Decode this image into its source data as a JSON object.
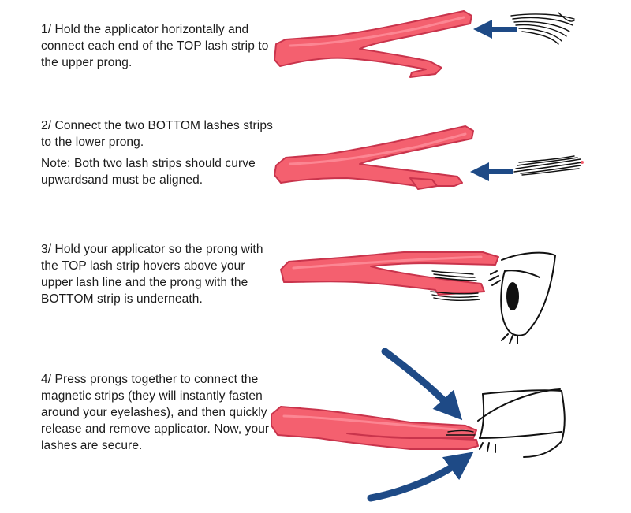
{
  "steps": [
    {
      "id": 1,
      "lines": [
        "1/ Hold the applicator horizontally and connect each end of the TOP lash strip to the upper prong."
      ]
    },
    {
      "id": 2,
      "lines": [
        "2/ Connect the two BOTTOM lashes strips to the lower prong.",
        "Note: Both two lash strips should curve upwardsand must be aligned."
      ]
    },
    {
      "id": 3,
      "lines": [
        "3/ Hold your applicator so the prong with the TOP lash strip hovers above your upper lash line and the prong with the BOTTOM strip is underneath."
      ]
    },
    {
      "id": 4,
      "lines": [
        "4/ Press prongs together to connect the magnetic strips (they will instantly fasten around your eyelashes), and then quickly release and remove applicator. Now, your lashes are secure."
      ]
    }
  ],
  "colors": {
    "applicator": "#f4606f",
    "applicator_outline": "#c9344c",
    "arrow": "#1e4a86",
    "text": "#1c1c1c"
  },
  "icons": [
    "applicator-icon",
    "lash-strip-icon",
    "arrow-icon",
    "eye-icon"
  ]
}
